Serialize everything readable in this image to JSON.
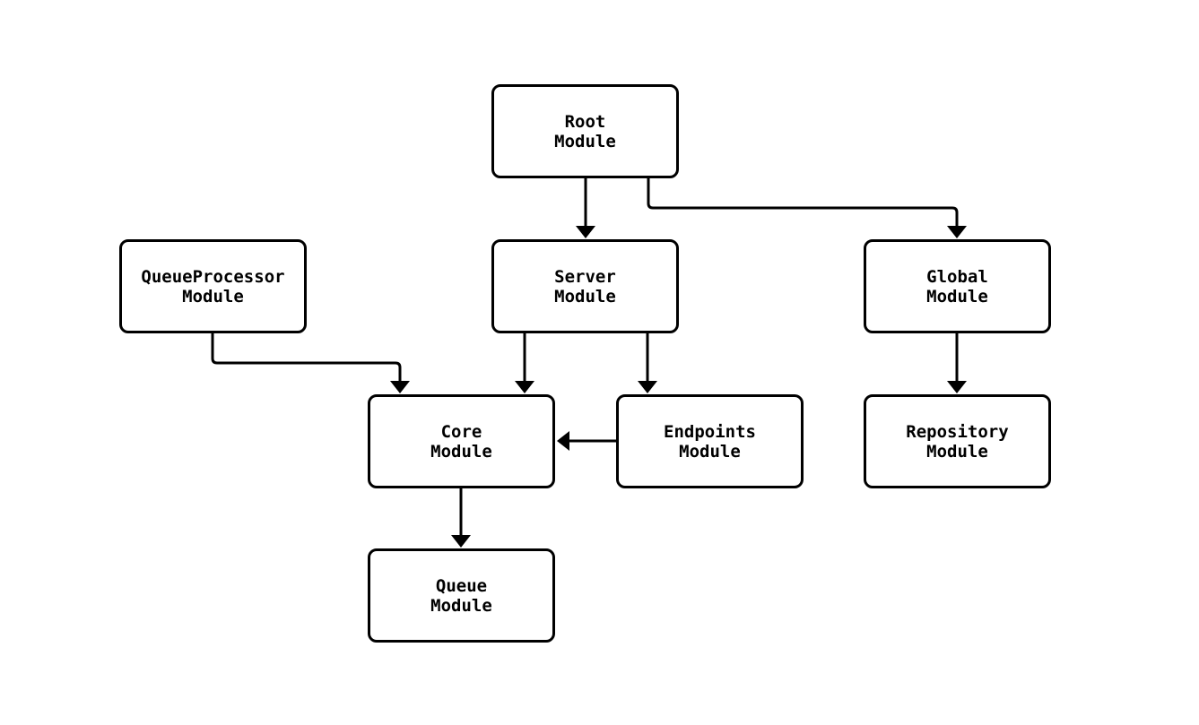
{
  "diagram": {
    "type": "flowchart",
    "colors": {
      "background": "#ffffff",
      "node_fill": "#ffffff",
      "node_stroke": "#000000",
      "text": "#000000",
      "edge": "#000000"
    },
    "nodes": [
      {
        "id": "root",
        "line1": "Root",
        "line2": "Module"
      },
      {
        "id": "queueprocessor",
        "line1": "QueueProcessor",
        "line2": "Module"
      },
      {
        "id": "server",
        "line1": "Server",
        "line2": "Module"
      },
      {
        "id": "global",
        "line1": "Global",
        "line2": "Module"
      },
      {
        "id": "core",
        "line1": "Core",
        "line2": "Module"
      },
      {
        "id": "endpoints",
        "line1": "Endpoints",
        "line2": "Module"
      },
      {
        "id": "repository",
        "line1": "Repository",
        "line2": "Module"
      },
      {
        "id": "queue",
        "line1": "Queue",
        "line2": "Module"
      }
    ],
    "edges": [
      {
        "from": "Root Module",
        "to": "Server Module"
      },
      {
        "from": "Root Module",
        "to": "Global Module"
      },
      {
        "from": "QueueProcessor Module",
        "to": "Core Module"
      },
      {
        "from": "Server Module",
        "to": "Core Module"
      },
      {
        "from": "Server Module",
        "to": "Endpoints Module"
      },
      {
        "from": "Endpoints Module",
        "to": "Core Module"
      },
      {
        "from": "Global Module",
        "to": "Repository Module"
      },
      {
        "from": "Core Module",
        "to": "Queue Module"
      }
    ]
  }
}
